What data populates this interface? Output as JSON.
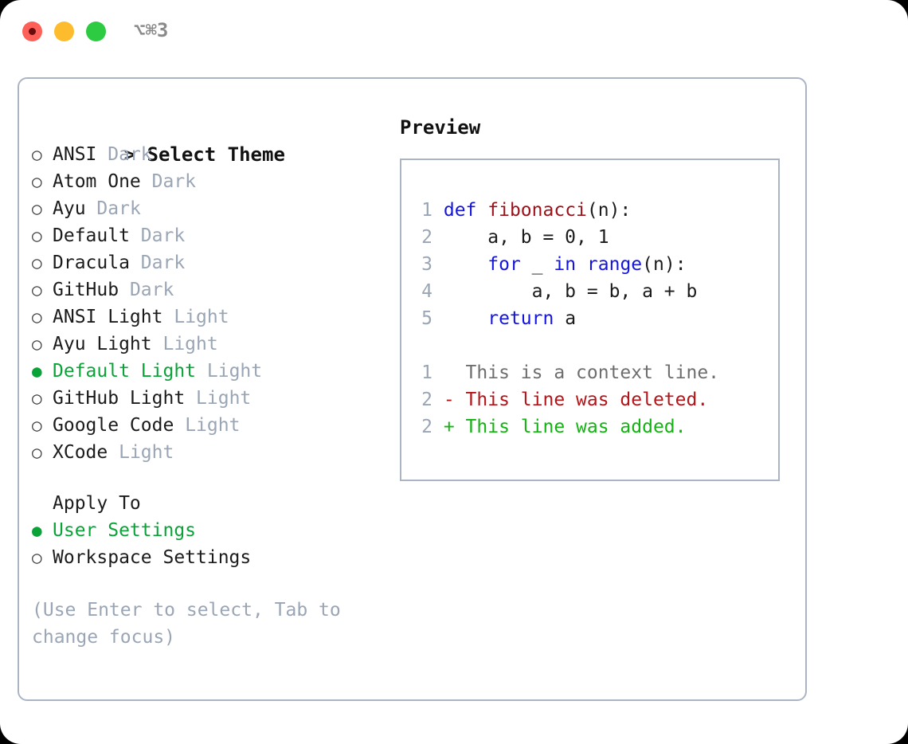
{
  "window": {
    "shortcut_label": "⌥⌘3",
    "traffic_lights": [
      {
        "name": "close",
        "color": "#fc6058"
      },
      {
        "name": "minimize",
        "color": "#fdbc2d"
      },
      {
        "name": "maximize",
        "color": "#2dcb42"
      }
    ]
  },
  "theme_panel": {
    "header_prefix": "> ",
    "header_label": "Select Theme",
    "marker_unselected": "○",
    "marker_selected": "●",
    "items": [
      {
        "name": "ANSI",
        "tag": "Dark",
        "selected": false
      },
      {
        "name": "Atom One",
        "tag": "Dark",
        "selected": false
      },
      {
        "name": "Ayu",
        "tag": "Dark",
        "selected": false
      },
      {
        "name": "Default",
        "tag": "Dark",
        "selected": false
      },
      {
        "name": "Dracula",
        "tag": "Dark",
        "selected": false
      },
      {
        "name": "GitHub",
        "tag": "Dark",
        "selected": false
      },
      {
        "name": "ANSI Light",
        "tag": "Light",
        "selected": false
      },
      {
        "name": "Ayu Light",
        "tag": "Light",
        "selected": false
      },
      {
        "name": "Default Light",
        "tag": "Light",
        "selected": true
      },
      {
        "name": "GitHub Light",
        "tag": "Light",
        "selected": false
      },
      {
        "name": "Google Code",
        "tag": "Light",
        "selected": false
      },
      {
        "name": "XCode",
        "tag": "Light",
        "selected": false
      }
    ]
  },
  "apply_to": {
    "header_label": "Apply To",
    "options": [
      {
        "label": "User Settings",
        "selected": true
      },
      {
        "label": "Workspace Settings",
        "selected": false
      }
    ]
  },
  "hint": {
    "text": "(Use Enter to select, Tab to change focus)"
  },
  "preview": {
    "title": "Preview",
    "code_lines": [
      {
        "num": "1",
        "tokens": [
          {
            "t": "def",
            "c": "kw"
          },
          {
            "t": " ",
            "c": "plain"
          },
          {
            "t": "fibonacci",
            "c": "fn"
          },
          {
            "t": "(n):",
            "c": "plain"
          }
        ]
      },
      {
        "num": "2",
        "tokens": [
          {
            "t": "    a, b = 0, 1",
            "c": "plain"
          }
        ]
      },
      {
        "num": "3",
        "tokens": [
          {
            "t": "    ",
            "c": "plain"
          },
          {
            "t": "for",
            "c": "kw"
          },
          {
            "t": " _ ",
            "c": "plain"
          },
          {
            "t": "in",
            "c": "kw"
          },
          {
            "t": " ",
            "c": "plain"
          },
          {
            "t": "range",
            "c": "kw"
          },
          {
            "t": "(n):",
            "c": "plain"
          }
        ]
      },
      {
        "num": "4",
        "tokens": [
          {
            "t": "        a, b = b, a + b",
            "c": "plain"
          }
        ]
      },
      {
        "num": "5",
        "tokens": [
          {
            "t": "    ",
            "c": "plain"
          },
          {
            "t": "return",
            "c": "kw"
          },
          {
            "t": " a",
            "c": "plain"
          }
        ]
      }
    ],
    "diff_lines": [
      {
        "num": "1",
        "text": "   This is a context line.",
        "c": "ctx"
      },
      {
        "num": "2",
        "text": " - This line was deleted.",
        "c": "del"
      },
      {
        "num": "2",
        "text": " + This line was added.",
        "c": "add"
      }
    ]
  },
  "colors": {
    "accent_green": "#0aa338",
    "muted": "#9aa5b5",
    "keyword_blue": "#1414e0",
    "function_red": "#9b1119",
    "diff_add": "#13b312",
    "diff_del": "#b51418",
    "border": "#aab4c4"
  }
}
